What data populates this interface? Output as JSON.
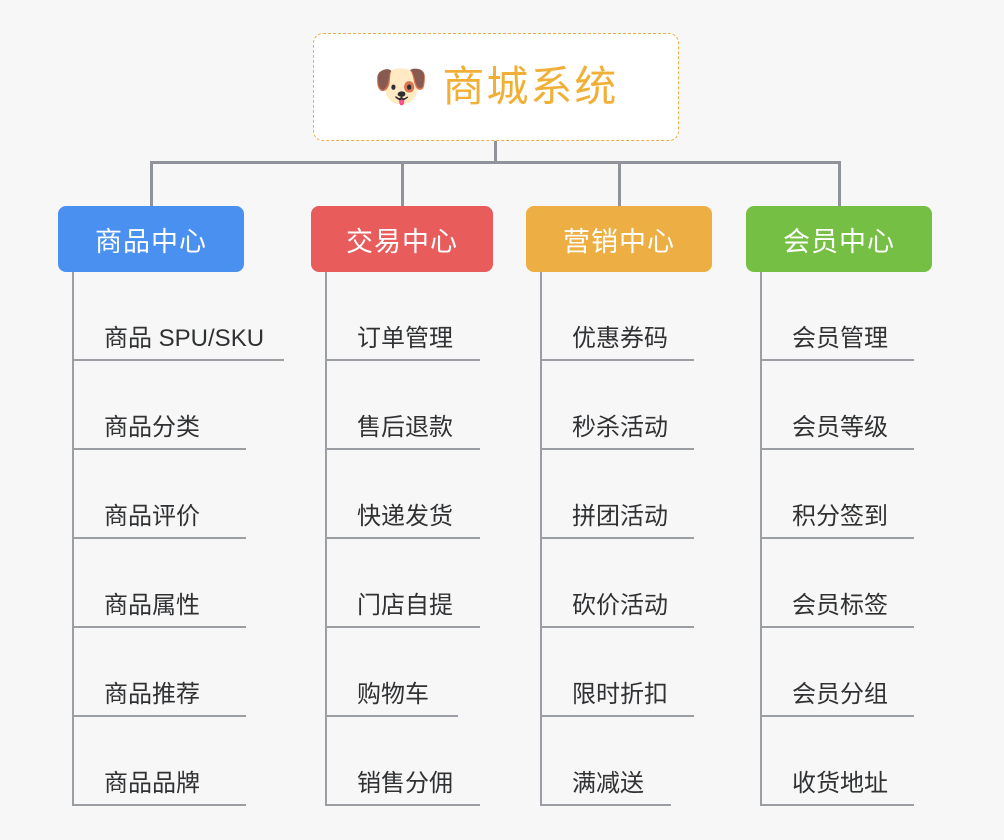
{
  "root": {
    "icon": "dog-face-icon",
    "icon_glyph": "🐶",
    "label": "商城系统",
    "text_color": "#f0b037",
    "border_color": "#edae43"
  },
  "connector": {
    "color": "#909399"
  },
  "columns": [
    {
      "id": "product-center",
      "label": "商品中心",
      "color": "#4a90f0",
      "items": [
        {
          "label": "商品 SPU/SKU",
          "wide": true
        },
        {
          "label": "商品分类"
        },
        {
          "label": "商品评价"
        },
        {
          "label": "商品属性"
        },
        {
          "label": "商品推荐"
        },
        {
          "label": "商品品牌"
        }
      ]
    },
    {
      "id": "trade-center",
      "label": "交易中心",
      "color": "#e85c5c",
      "items": [
        {
          "label": "订单管理"
        },
        {
          "label": "售后退款"
        },
        {
          "label": "快递发货"
        },
        {
          "label": "门店自提"
        },
        {
          "label": "购物车",
          "narrow": true
        },
        {
          "label": "销售分佣"
        }
      ]
    },
    {
      "id": "marketing-center",
      "label": "营销中心",
      "color": "#edae43",
      "items": [
        {
          "label": "优惠券码"
        },
        {
          "label": "秒杀活动"
        },
        {
          "label": "拼团活动"
        },
        {
          "label": "砍价活动"
        },
        {
          "label": "限时折扣"
        },
        {
          "label": "满减送",
          "narrow": true
        }
      ]
    },
    {
      "id": "member-center",
      "label": "会员中心",
      "color": "#75c044",
      "items": [
        {
          "label": "会员管理"
        },
        {
          "label": "会员等级"
        },
        {
          "label": "积分签到"
        },
        {
          "label": "会员标签"
        },
        {
          "label": "会员分组"
        },
        {
          "label": "收货地址"
        }
      ]
    }
  ]
}
